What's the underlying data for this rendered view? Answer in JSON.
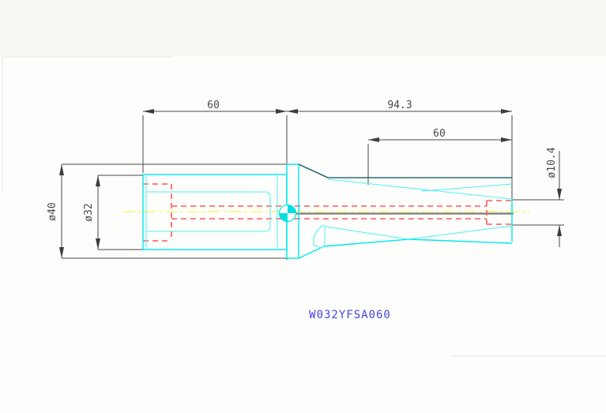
{
  "drawing": {
    "title": "W032YFSA060",
    "dimensions": {
      "shank_length": "60",
      "overall_head_length": "94.3",
      "flute_length": "60",
      "flange_diameter": "ø40",
      "shank_diameter": "ø32",
      "tip_diameter": "ø10.4"
    },
    "colors": {
      "tool_outline": "#00E8E8",
      "tool_outline_dark": "#2D6E6E",
      "hidden_lines": "#FF5A5A",
      "centerline_yellow": "#FAFA6E",
      "center_axis_gray": "#7D7D7D",
      "dimension_lines": "#464646",
      "part_number_text": "#4646DD",
      "sheet_frame": "#E2E2DD",
      "background": "#FDFDFB"
    }
  }
}
